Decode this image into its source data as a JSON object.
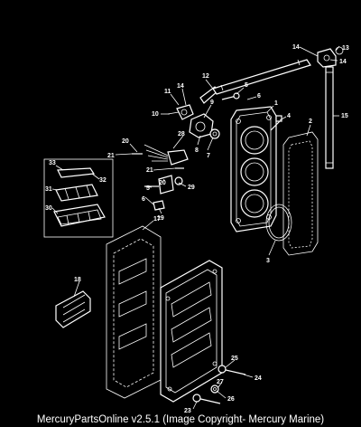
{
  "caption": "MercuryPartsOnline v2.5.1 (Image Copyright- Mercury Marine)",
  "callouts": {
    "c1": "1",
    "c2": "2",
    "c3": "3",
    "c4": "4",
    "c5a": "5",
    "c5b": "5",
    "c6a": "6",
    "c6b": "6",
    "c7": "7",
    "c8": "8",
    "c9": "9",
    "c10": "10",
    "c11": "11",
    "c12": "12",
    "c13": "13",
    "c14a": "14",
    "c14b": "14",
    "c14c": "14",
    "c15": "15",
    "c17": "17",
    "c18": "18",
    "c19": "19",
    "c20a": "20",
    "c20b": "20",
    "c21a": "21",
    "c21b": "21",
    "c23": "23",
    "c24": "24",
    "c25": "25",
    "c26": "26",
    "c27": "27",
    "c28": "28",
    "c29": "29",
    "c30": "30",
    "c31": "31",
    "c32": "32",
    "c33": "33"
  }
}
